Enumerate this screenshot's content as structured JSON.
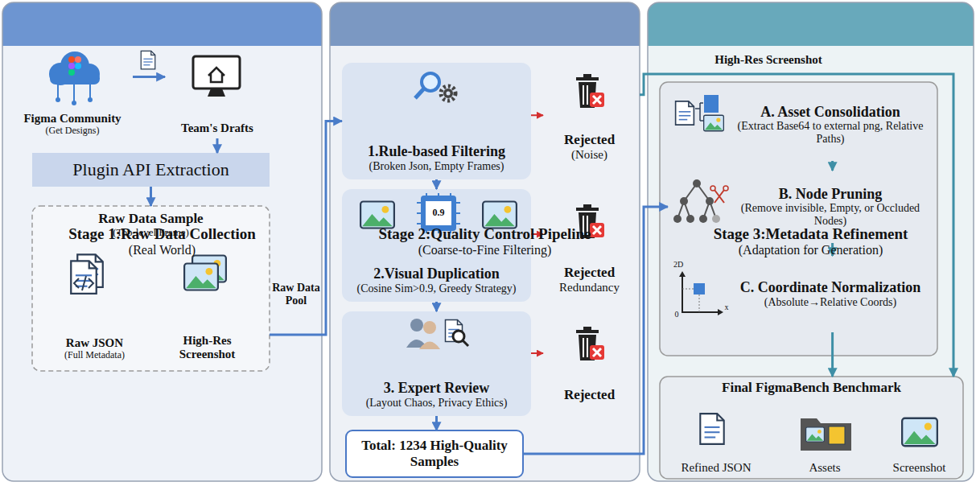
{
  "diagram": {
    "nodes": [
      {
        "text": [
          "Stage 1:Raw Data Collection",
          "(Real World)"
        ]
      },
      {
        "text": [
          "Figma Community",
          "(Get Designs)"
        ],
        "in": 0
      },
      {
        "text": [
          "Team's Drafts"
        ],
        "in": 0
      },
      {
        "text": [
          "Plugin API Extraction"
        ],
        "in": 0
      },
      {
        "text": [
          "Raw Data Sample",
          "(Top-level Frame)"
        ],
        "in": 0
      },
      {
        "text": [
          "Raw JSON",
          "(Full Metadata)"
        ],
        "in": 4
      },
      {
        "text": [
          "High-Res Screenshot"
        ],
        "in": 4
      },
      {
        "text": [
          "Stage 2:Quality Control Pipeline",
          "(Coarse-to-Fine Filtering)"
        ]
      },
      {
        "text": [
          "1.Rule-based Filtering",
          "(Broken Json, Empty Frames)"
        ],
        "in": 7
      },
      {
        "text": [
          "Rejected",
          "(Noise)"
        ],
        "in": 7
      },
      {
        "text": [
          "2.Visual Duplication",
          "(Cosine Sim>0.9, Greedy Strategy)"
        ],
        "in": 7
      },
      {
        "text": [
          "Rejected",
          "Redundancy"
        ],
        "in": 7
      },
      {
        "text": [
          "3. Expert Review",
          "(Layout Chaos, Privacy Ethics)"
        ],
        "in": 7
      },
      {
        "text": [
          "Rejected"
        ],
        "in": 7
      },
      {
        "text": [
          "Total: 1234 High-Quality Samples"
        ],
        "in": 7
      },
      {
        "text": [
          "Stage 3:Metadata Refinement",
          "(Adaptation for Generation)"
        ]
      },
      {
        "text": [
          "A. Asset Consolidation",
          "(Extract Base64 to external png, Relative Paths)"
        ],
        "in": 15
      },
      {
        "text": [
          "B. Node Pruning",
          "(Remove invisible, Empty, or Occluded Nodes)"
        ],
        "in": 15
      },
      {
        "text": [
          "C. Coordinate Normalization",
          "(Absolute→Relative Coords)"
        ],
        "in": 15
      },
      {
        "text": [
          "Final FigmaBench Benchmark"
        ],
        "in": 15
      },
      {
        "text": [
          "Refined JSON"
        ],
        "in": 19
      },
      {
        "text": [
          "Assets"
        ],
        "in": 19
      },
      {
        "text": [
          "Screenshot"
        ],
        "in": 19
      }
    ],
    "edges": [
      {
        "from": 1,
        "to": 2,
        "arrow": "to"
      },
      {
        "from": 2,
        "to": 3,
        "arrow": "to"
      },
      {
        "from": 3,
        "to": 4,
        "arrow": "to"
      },
      {
        "from": 4,
        "to": 8,
        "label": "Raw Data Pool",
        "arrow": "to"
      },
      {
        "from": 8,
        "to": 9,
        "arrow": "to"
      },
      {
        "from": 8,
        "to": 10,
        "arrow": "to"
      },
      {
        "from": 10,
        "to": 11,
        "arrow": "to"
      },
      {
        "from": 10,
        "to": 12,
        "arrow": "to"
      },
      {
        "from": 12,
        "to": 13,
        "arrow": "to"
      },
      {
        "from": 12,
        "to": 14,
        "arrow": "to"
      },
      {
        "from": 14,
        "to": 17,
        "arrow": "to"
      },
      {
        "from": 16,
        "to": 17,
        "arrow": "to"
      },
      {
        "from": 17,
        "to": 18,
        "arrow": "to"
      },
      {
        "from": 18,
        "to": 19,
        "arrow": "to"
      },
      {
        "from": 7,
        "to": 19,
        "label": "High-Res Screenshot",
        "arrow": "to"
      }
    ],
    "labels": [
      "0.9",
      "2D",
      "0",
      "x"
    ]
  }
}
